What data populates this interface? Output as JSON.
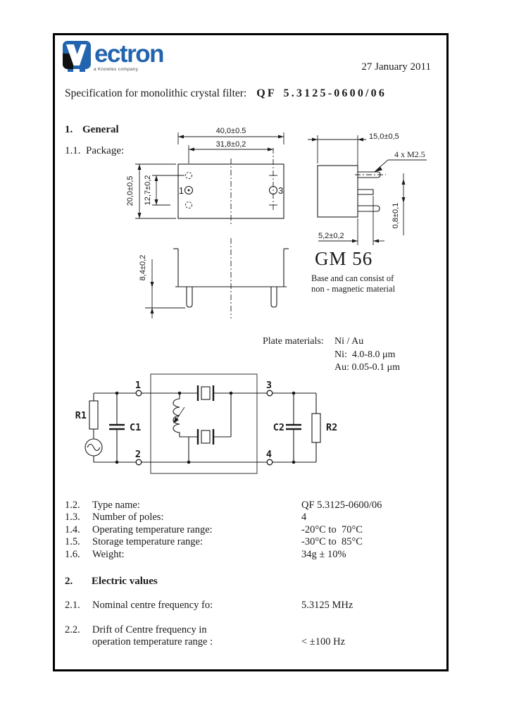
{
  "logo": {
    "tagline": "a Knowles company",
    "word": "ectron",
    "blue": "#2264ae"
  },
  "header": {
    "date": "27 January 2011",
    "title_prefix": "Specification for monolithic crystal filter:",
    "title_model": "QF 5.3125-0600/06"
  },
  "sections": {
    "general_num": "1.",
    "general_title": "General",
    "package_num": "1.1.",
    "package_title": "Package:",
    "electric_num": "2.",
    "electric_title": "Electric values"
  },
  "drawing": {
    "dim_width": "40,0±0.5",
    "dim_pin_span": "31,8±0,2",
    "dim_height": "20,0±0,5",
    "dim_pin_pitch": "12,7±0,2",
    "dim_depth": "15,0±0,5",
    "screws": "4 x M2.5",
    "dim_pin_dia": "0,8±0,1",
    "dim_pin_offset": "5,2±0,2",
    "dim_can_height": "8,4±0,2",
    "pin1": "1",
    "pin3": "3",
    "model": "GM 56",
    "note_line1": "Base and can consist of",
    "note_line2": "non - magnetic material"
  },
  "plate": {
    "label": "Plate materials:",
    "material": "Ni / Au",
    "ni": "Ni:  4.0-8.0 μm",
    "au": "Au: 0.05-0.1 μm"
  },
  "schematic": {
    "r1": "R1",
    "c1": "C1",
    "c2": "C2",
    "r2": "R2",
    "pin1": "1",
    "pin2": "2",
    "pin3": "3",
    "pin4": "4"
  },
  "specs": {
    "rows": [
      {
        "num": "1.2.",
        "label": "Type name:",
        "value": "QF 5.3125-0600/06"
      },
      {
        "num": "1.3.",
        "label": "Number of poles:",
        "value": "4"
      },
      {
        "num": "1.4.",
        "label": "Operating temperature range:",
        "value": "-20°C to  70°C"
      },
      {
        "num": "1.5.",
        "label": "Storage temperature range:",
        "value": "-30°C to  85°C"
      },
      {
        "num": "1.6.",
        "label": "Weight:",
        "value": "34g ± 10%"
      }
    ]
  },
  "electric": {
    "rows": [
      {
        "num": "2.1.",
        "label": "Nominal centre frequency fo:",
        "value": "5.3125 MHz"
      },
      {
        "num": "2.2.",
        "label_line1": "Drift of Centre frequency in",
        "label_line2": "operation temperature range :",
        "value": "< ±100 Hz"
      }
    ]
  }
}
